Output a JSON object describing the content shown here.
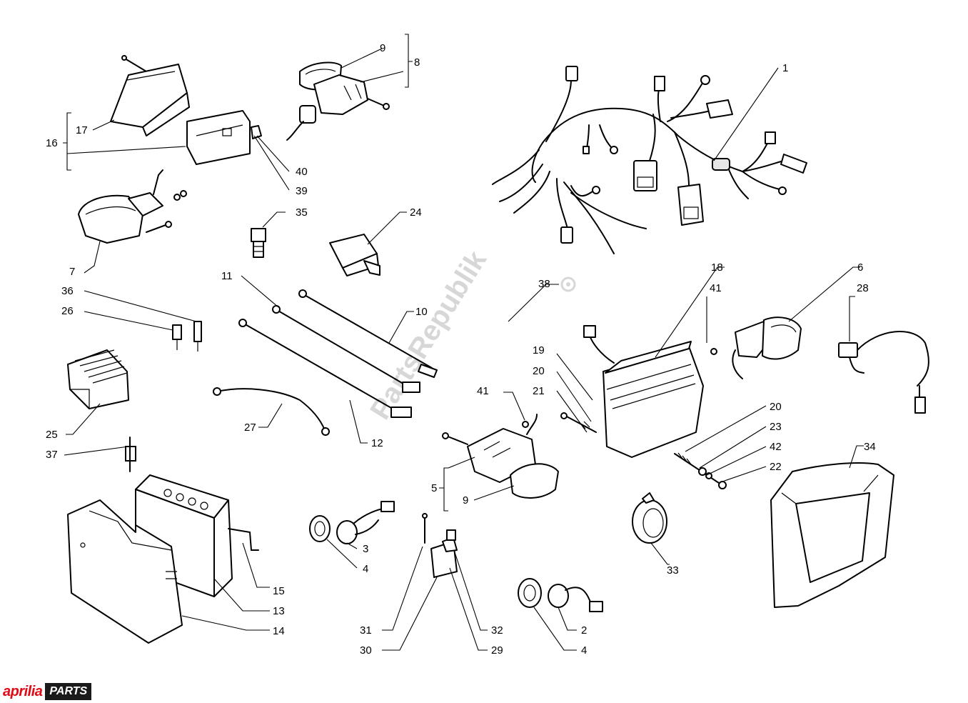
{
  "brand": {
    "name": "aprilia",
    "suffix": "PARTS"
  },
  "watermark": {
    "text": "PartsRepublik"
  },
  "callouts": [
    "1",
    "2",
    "3",
    "4",
    "4",
    "5",
    "6",
    "7",
    "8",
    "9",
    "9",
    "10",
    "11",
    "12",
    "13",
    "14",
    "15",
    "16",
    "17",
    "18",
    "19",
    "20",
    "20",
    "21",
    "22",
    "23",
    "24",
    "25",
    "26",
    "27",
    "28",
    "29",
    "30",
    "31",
    "32",
    "33",
    "34",
    "35",
    "36",
    "37",
    "38",
    "39",
    "40",
    "41",
    "41",
    "42"
  ],
  "colors": {
    "brand_red": "#e10a17",
    "brand_dark": "#1a1a1a",
    "line": "#000000",
    "background": "#ffffff"
  }
}
